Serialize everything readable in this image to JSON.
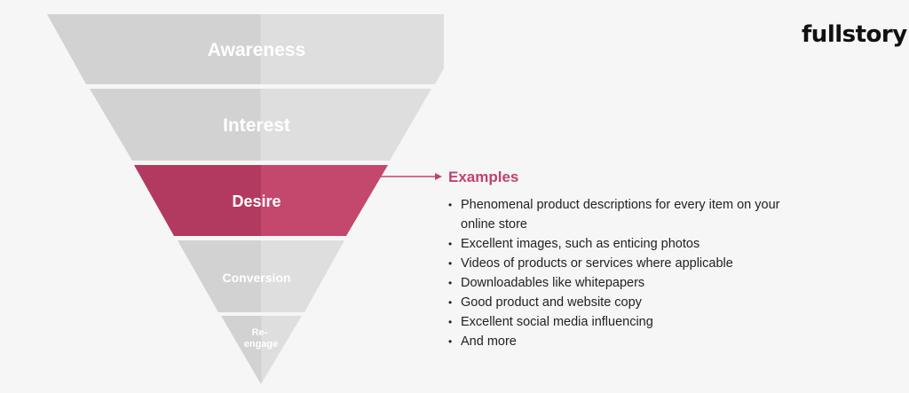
{
  "brand": {
    "logo": "fullstory"
  },
  "funnel": {
    "stages": [
      {
        "label": "Awareness",
        "highlighted": false
      },
      {
        "label": "Interest",
        "highlighted": false
      },
      {
        "label": "Desire",
        "highlighted": true
      },
      {
        "label": "Conversion",
        "highlighted": false
      },
      {
        "label": "Re-\nengage",
        "highlighted": false
      }
    ],
    "colors": {
      "stage": "#d9d9d9",
      "highlight": "#b84066",
      "arrow": "#c2436a"
    }
  },
  "examples": {
    "title": "Examples",
    "items": [
      "Phenomenal product descriptions for every item on your online store",
      "Excellent images, such as enticing photos",
      "Videos of products or services where applicable",
      "Downloadables like whitepapers",
      "Good product and website copy",
      "Excellent social media influencing",
      "And more"
    ]
  }
}
